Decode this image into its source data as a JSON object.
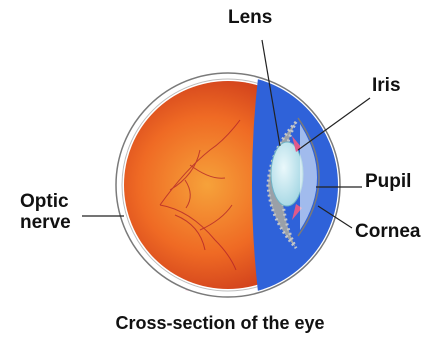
{
  "labels": {
    "lens": "Lens",
    "iris": "Iris",
    "pupil": "Pupil",
    "cornea": "Cornea",
    "optic_nerve_line1": "Optic",
    "optic_nerve_line2": "nerve"
  },
  "caption": "Cross-section of the eye",
  "colors": {
    "retina": "#e8501f",
    "sclera_outline": "#7a7a7a",
    "iris": "#2f62d9",
    "ciliary": "#9aa0a8",
    "lens": "#bfe6ef",
    "muscle": "#e05a8a",
    "nerve": "#f4e2b0",
    "vessel": "#b0202a"
  },
  "icons": [
    "eyeball-illustration"
  ]
}
